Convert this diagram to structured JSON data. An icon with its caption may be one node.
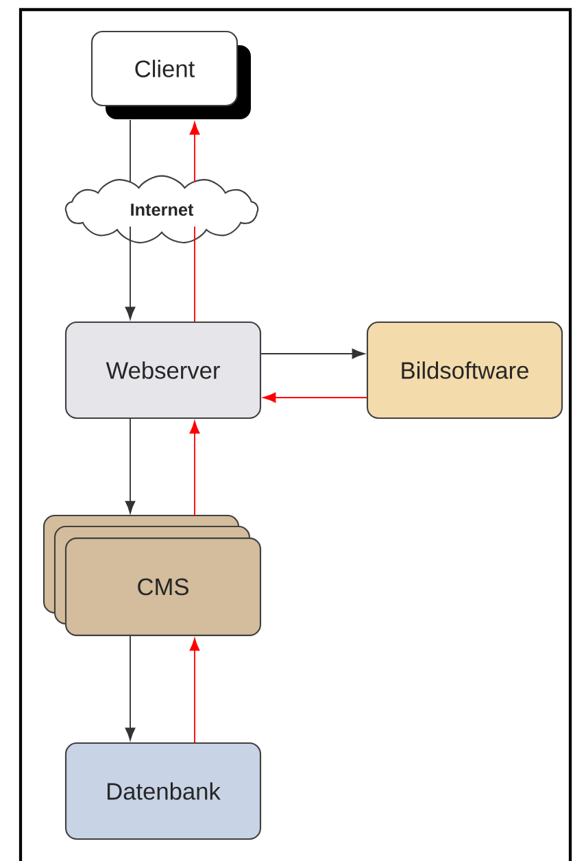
{
  "diagram": {
    "nodes": [
      {
        "text": [
          "Client"
        ]
      },
      {
        "text": [
          "Internet"
        ]
      },
      {
        "text": [
          "Webserver"
        ]
      },
      {
        "text": [
          "Bildsoftware"
        ]
      },
      {
        "text": [
          "CMS"
        ]
      },
      {
        "text": [
          "Datenbank"
        ]
      }
    ],
    "edges": [
      {
        "from": 0,
        "to": 1,
        "arrow": "none"
      },
      {
        "from": 1,
        "to": 2,
        "arrow": "to"
      },
      {
        "from": 2,
        "to": 1,
        "arrow": "none",
        "color": "#ff0000"
      },
      {
        "from": 1,
        "to": 0,
        "arrow": "to",
        "color": "#ff0000"
      },
      {
        "from": 2,
        "to": 3,
        "arrow": "to"
      },
      {
        "from": 3,
        "to": 2,
        "arrow": "to",
        "color": "#ff0000"
      },
      {
        "from": 2,
        "to": 4,
        "arrow": "to"
      },
      {
        "from": 4,
        "to": 2,
        "arrow": "to",
        "color": "#ff0000"
      },
      {
        "from": 4,
        "to": 5,
        "arrow": "to"
      },
      {
        "from": 5,
        "to": 4,
        "arrow": "to",
        "color": "#ff0000"
      }
    ]
  }
}
